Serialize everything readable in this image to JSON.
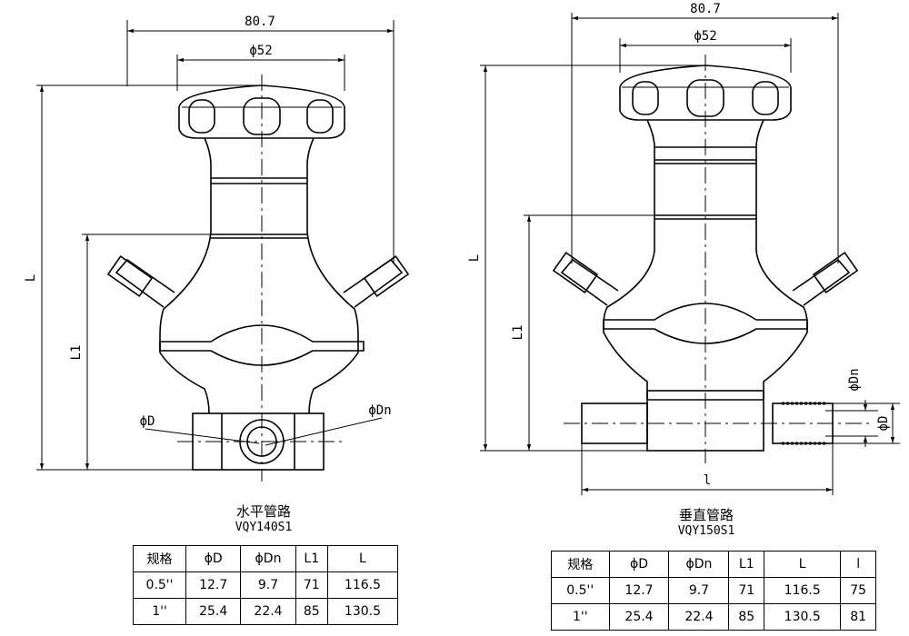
{
  "left": {
    "title": "水平管路",
    "model": "VQY140S1",
    "dims": {
      "width": "80.7",
      "cap": "ϕ52",
      "L": "L",
      "L1": "L1",
      "D": "ϕD",
      "Dn": "ϕDn"
    },
    "table": {
      "headers": [
        "规格",
        "ϕD",
        "ϕDn",
        "L1",
        "L"
      ],
      "rows": [
        [
          "0.5''",
          "12.7",
          "9.7",
          "71",
          "116.5"
        ],
        [
          "1''",
          "25.4",
          "22.4",
          "85",
          "130.5"
        ]
      ]
    }
  },
  "right": {
    "title": "垂直管路",
    "model": "VQY150S1",
    "dims": {
      "width": "80.7",
      "cap": "ϕ52",
      "L": "L",
      "L1": "L1",
      "l": "l",
      "D": "ϕD",
      "Dn": "ϕDn"
    },
    "table": {
      "headers": [
        "规格",
        "ϕD",
        "ϕDn",
        "L1",
        "L",
        "l"
      ],
      "rows": [
        [
          "0.5''",
          "12.7",
          "9.7",
          "71",
          "116.5",
          "75"
        ],
        [
          "1''",
          "25.4",
          "22.4",
          "85",
          "130.5",
          "81"
        ]
      ]
    }
  }
}
